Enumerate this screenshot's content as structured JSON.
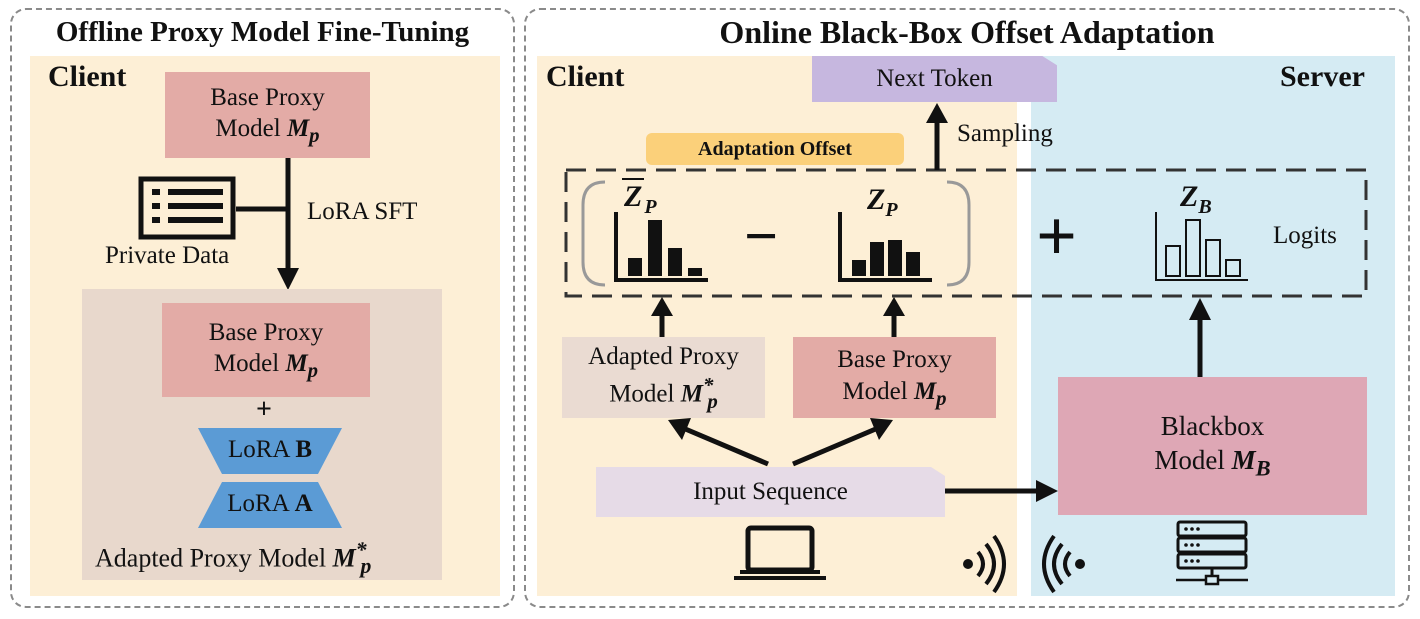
{
  "left_panel": {
    "title": "Offline Proxy Model Fine-Tuning",
    "client_label": "Client",
    "base_proxy_top": {
      "line1": "Base Proxy",
      "line2": "Model",
      "symbol": "M",
      "sub": "p"
    },
    "lora_sft_label": "LoRA SFT",
    "private_data_label": "Private Data",
    "base_proxy_bottom": {
      "line1": "Base Proxy",
      "line2": "Model",
      "symbol": "M",
      "sub": "p"
    },
    "plus": "+",
    "lora_b": {
      "text": "LoRA ",
      "bold": "B"
    },
    "lora_a": {
      "text": "LoRA ",
      "bold": "A"
    },
    "adapted_caption": {
      "text": "Adapted Proxy Model",
      "symbol": "M",
      "sup": "*",
      "sub": "p"
    }
  },
  "right_panel": {
    "title": "Online Black-Box Offset Adaptation",
    "client_label": "Client",
    "server_label": "Server",
    "next_token": "Next Token",
    "sampling_label": "Sampling",
    "adaptation_offset": "Adaptation Offset",
    "zp_hat": {
      "symbol": "Z",
      "sub": "P"
    },
    "minus": "−",
    "zp": {
      "symbol": "Z",
      "sub": "P"
    },
    "plus": "+",
    "zb": {
      "symbol": "Z",
      "sub": "B"
    },
    "logits_label": "Logits",
    "adapted_proxy": {
      "line1": "Adapted Proxy",
      "line2": "Model",
      "symbol": "M",
      "sup": "*",
      "sub": "p"
    },
    "base_proxy": {
      "line1": "Base Proxy",
      "line2": "Model",
      "symbol": "M",
      "sub": "p"
    },
    "blackbox": {
      "line1": "Blackbox",
      "line2": "Model",
      "symbol": "M",
      "sub": "B"
    },
    "input_sequence": "Input Sequence"
  },
  "colors": {
    "client_bg": "#fdefd6",
    "server_bg": "#d5ebf3",
    "base_proxy": "#e3aba6",
    "lora": "#5b9bd5",
    "adaptation_offset": "#fbd07a",
    "next_token": "#c6b7df",
    "blackbox": "#dea7b5"
  }
}
